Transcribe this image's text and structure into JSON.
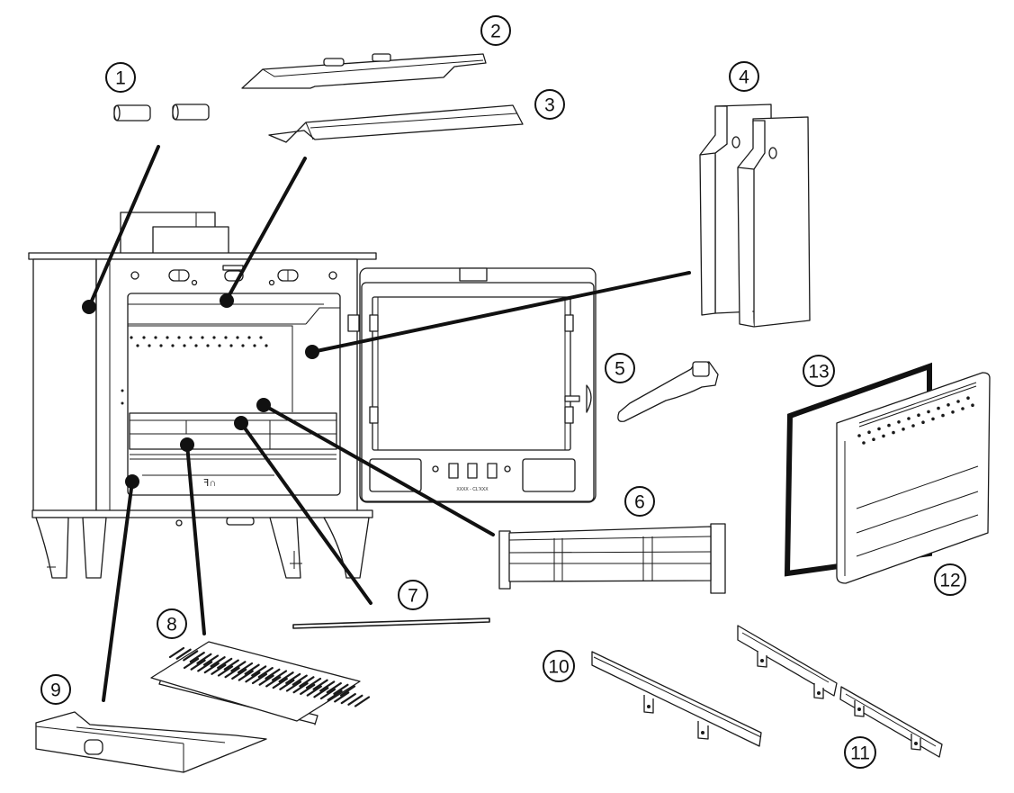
{
  "diagram": {
    "title": "Stove exploded parts diagram",
    "colors": {
      "line": "#1a1a1a",
      "background": "#ffffff"
    },
    "callouts": [
      {
        "number": "1",
        "part": "tubes (pair)"
      },
      {
        "number": "2",
        "part": "upper baffle plate"
      },
      {
        "number": "3",
        "part": "lower baffle plate"
      },
      {
        "number": "4",
        "part": "side firebricks (pair)"
      },
      {
        "number": "5",
        "part": "tool handle"
      },
      {
        "number": "6",
        "part": "fuel guard / front bars"
      },
      {
        "number": "7",
        "part": "rod"
      },
      {
        "number": "8",
        "part": "grate"
      },
      {
        "number": "9",
        "part": "ash pan"
      },
      {
        "number": "10",
        "part": "long bracket"
      },
      {
        "number": "11",
        "part": "short brackets (pair)"
      },
      {
        "number": "12",
        "part": "back firebrick panel"
      },
      {
        "number": "13",
        "part": "gasket / rope seal"
      }
    ],
    "stove": {
      "door_label": "XXXX - CL'XXX"
    }
  }
}
